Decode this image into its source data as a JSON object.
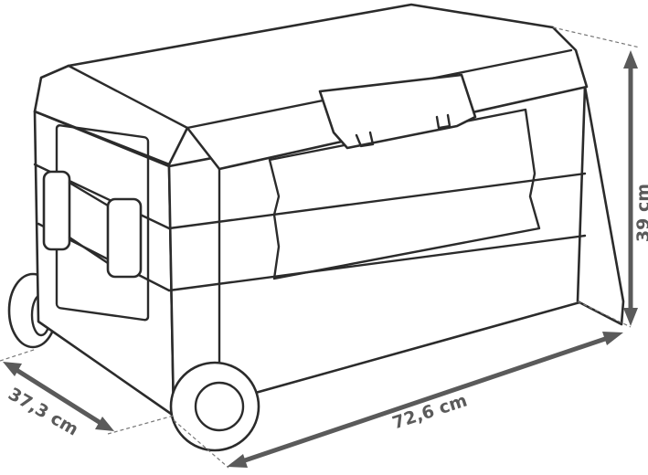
{
  "dimensions": {
    "height_label": "39 cm",
    "length_label": "72,6 cm",
    "depth_label": "37,3 cm"
  },
  "colors": {
    "outline": "#2b2b2b",
    "dimension": "#5a5a5a"
  }
}
